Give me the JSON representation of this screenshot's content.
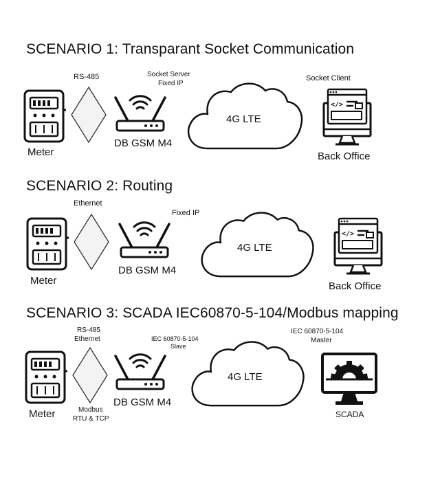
{
  "scenarios": [
    {
      "title": "SCENARIO 1: Transparant Socket Communication",
      "link_label": "RS-485",
      "meter_label": "Meter",
      "router_label": "DB GSM M4",
      "router_note": [
        "Socket Server",
        "Fixed IP"
      ],
      "cloud_label": "4G LTE",
      "client_note": "Socket Client",
      "endpoint_label": "Back Office",
      "endpoint_icon": "code-window-monitor-icon"
    },
    {
      "title": "SCENARIO 2: Routing",
      "link_label": "Ethernet",
      "meter_label": "Meter",
      "router_label": "DB GSM M4",
      "router_note": [
        "Fixed IP"
      ],
      "cloud_label": "4G LTE",
      "endpoint_label": "Back Office",
      "endpoint_icon": "code-window-monitor-icon"
    },
    {
      "title": "SCENARIO 3: SCADA IEC60870-5-104/Modbus mapping",
      "link_label": [
        "RS-485",
        "Ethernet"
      ],
      "link_bottom": [
        "Modbus",
        "RTU & TCP"
      ],
      "meter_label": "Meter",
      "router_label": "DB GSM M4",
      "router_note": [
        "IEC 60870-5-104",
        "Slave"
      ],
      "cloud_label": "4G LTE",
      "client_note": [
        "IEC 60870-5-104",
        "Master"
      ],
      "endpoint_label": "SCADA",
      "endpoint_icon": "gear-monitor-icon"
    }
  ]
}
